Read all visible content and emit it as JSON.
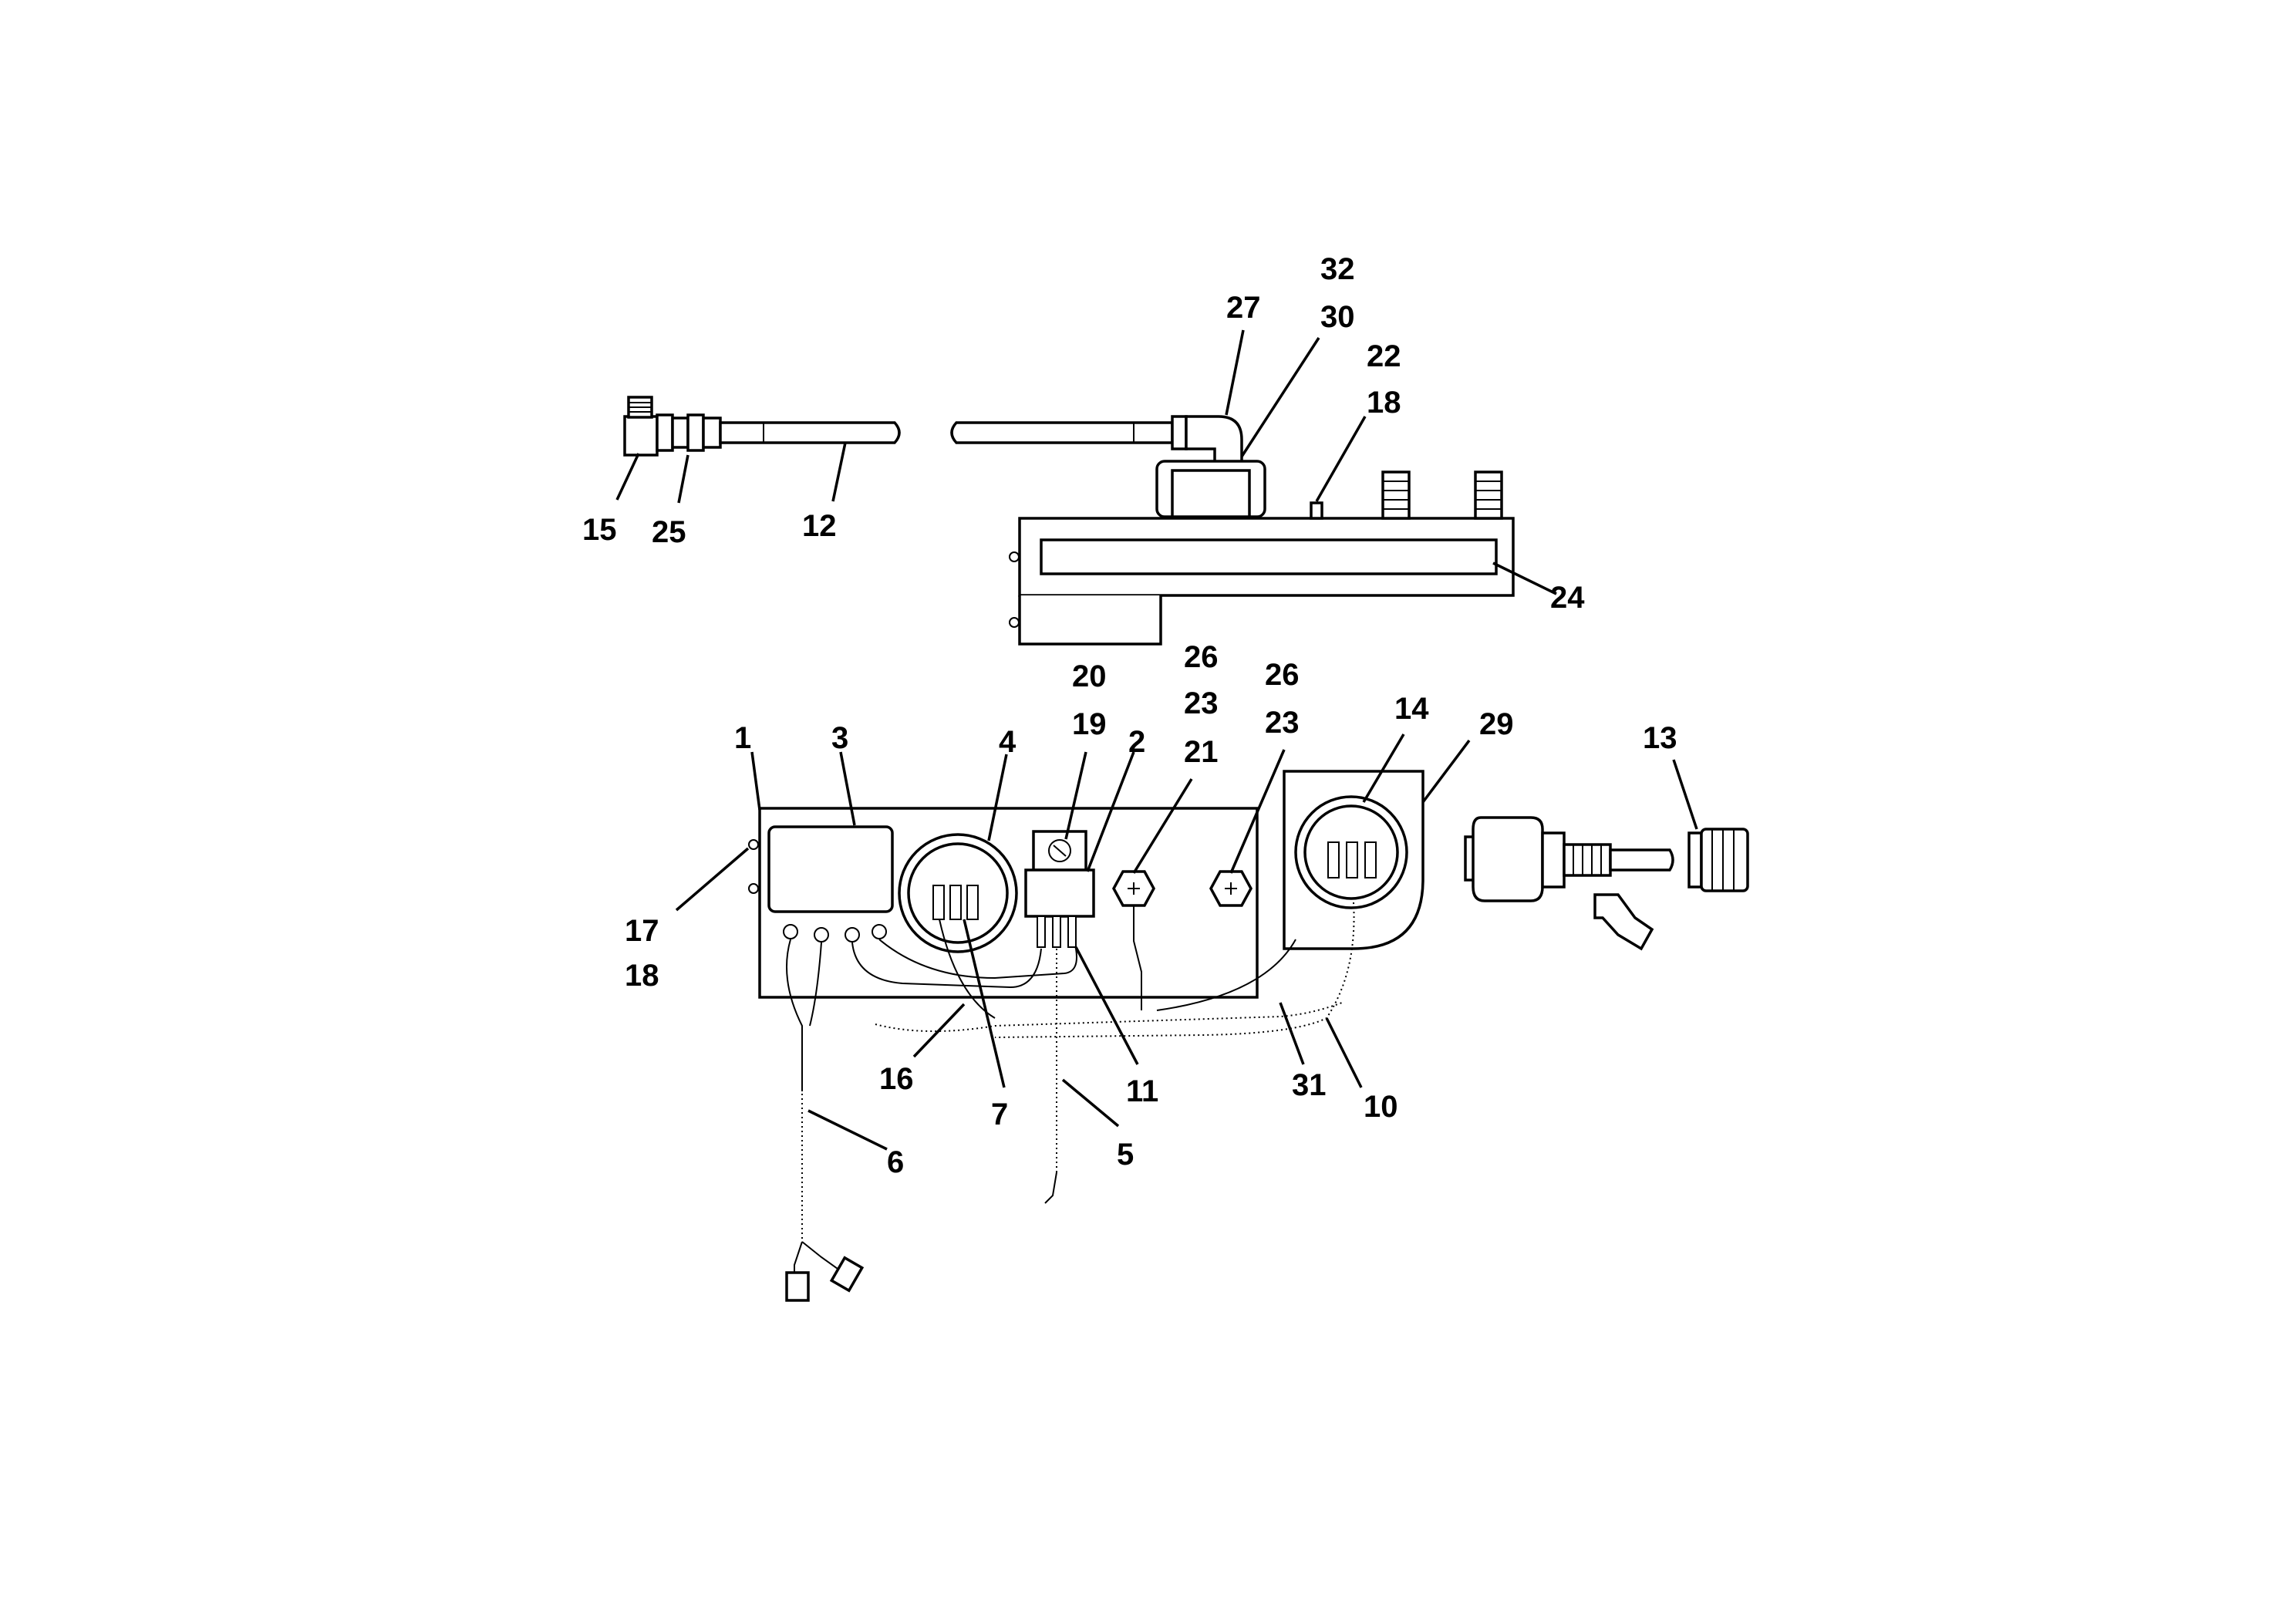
{
  "callouts": {
    "c1": "1",
    "c2": "2",
    "c3": "3",
    "c4": "4",
    "c5": "5",
    "c6": "6",
    "c7": "7",
    "c10": "10",
    "c11": "11",
    "c12": "12",
    "c13": "13",
    "c14": "14",
    "c15": "15",
    "c16": "16",
    "c17": "17",
    "c18a": "18",
    "c18b": "18",
    "c19": "19",
    "c20": "20",
    "c21": "21",
    "c22": "22",
    "c23a": "23",
    "c23b": "23",
    "c24": "24",
    "c25": "25",
    "c26a": "26",
    "c26b": "26",
    "c27": "27",
    "c29": "29",
    "c30": "30",
    "c31": "31",
    "c32": "32"
  }
}
